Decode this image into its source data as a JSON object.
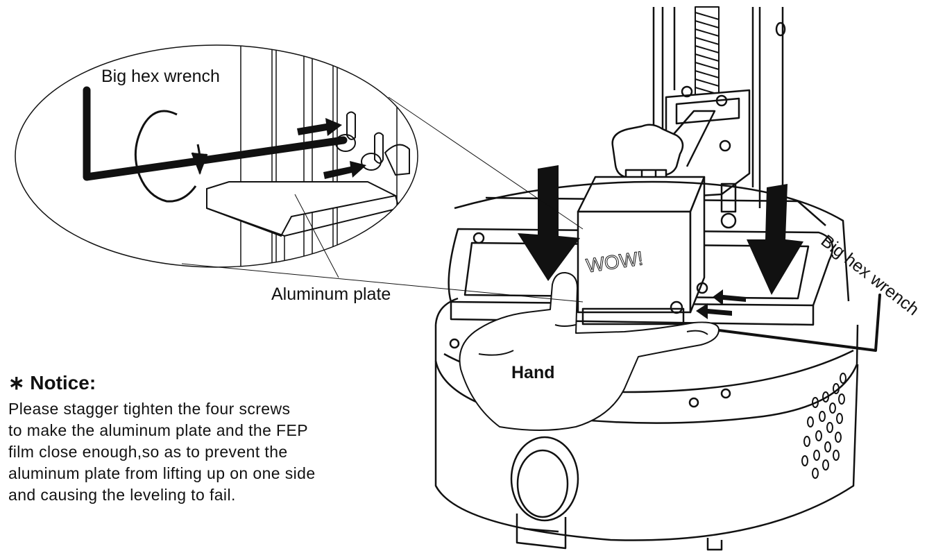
{
  "labels": {
    "big_hex_wrench_top": "Big hex wrench",
    "aluminum_plate": "Aluminum plate",
    "hand": "Hand",
    "big_hex_wrench_side": "Big hex wrench",
    "device_text": "WOW!"
  },
  "notice": {
    "heading": "∗ Notice:",
    "body": "Please stagger tighten the four screws\nto make the aluminum plate and the FEP\nfilm close enough,so as to prevent the\naluminum plate from lifting up on one side\nand causing the leveling to fail."
  }
}
